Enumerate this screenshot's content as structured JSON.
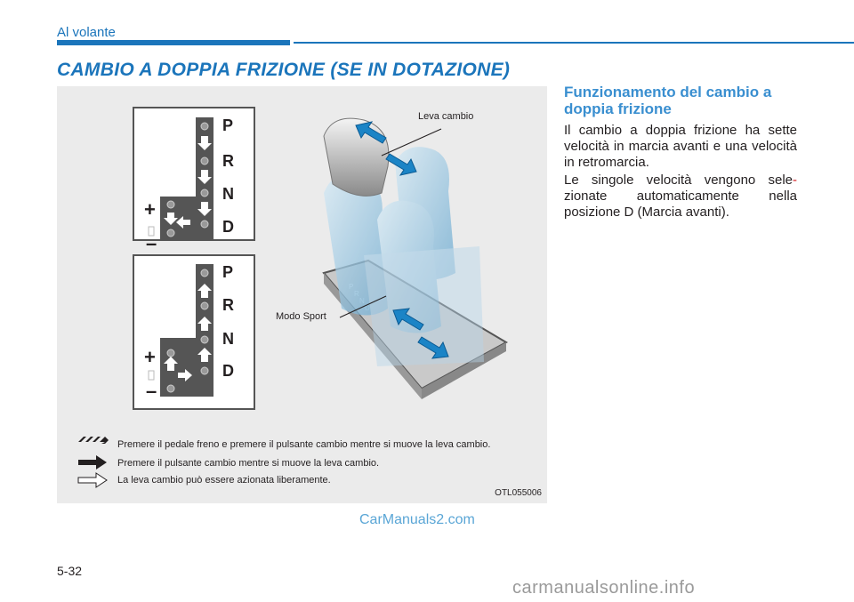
{
  "header": {
    "section": "Al volante"
  },
  "title": "CAMBIO A DOPPIA FRIZIONE (SE IN DOTAZIONE)",
  "figure": {
    "label_lever": "Leva cambio",
    "label_sport": "Modo Sport",
    "gear_positions": [
      "P",
      "R",
      "N",
      "D"
    ],
    "plus": "+",
    "minus": "–",
    "legend": [
      "Premere il pedale freno e premere il pulsante cambio mentre si muove la leva cambio.",
      "Premere il pulsante cambio mentre si muove la leva cambio.",
      "La leva cambio può essere azionata liberamente."
    ],
    "code": "OTL055006"
  },
  "watermark": "CarManuals2.com",
  "content": {
    "subheading": "Funzionamento del cambio a doppia frizione",
    "p1": "Il cambio a doppia frizione ha sette velocità in marcia avanti e una velocità in retromarcia.",
    "p2_a": "Le singole velocità vengono sele",
    "p2_hyphen": "-",
    "p2_b": "zionate automaticamente nella posizione D (Marcia avanti)."
  },
  "footer": {
    "page": "5-32",
    "site": "carmanualsonline.info"
  },
  "colors": {
    "accent": "#1b75bb",
    "subhead": "#3a8fd0",
    "figure_bg": "#ebebeb"
  }
}
